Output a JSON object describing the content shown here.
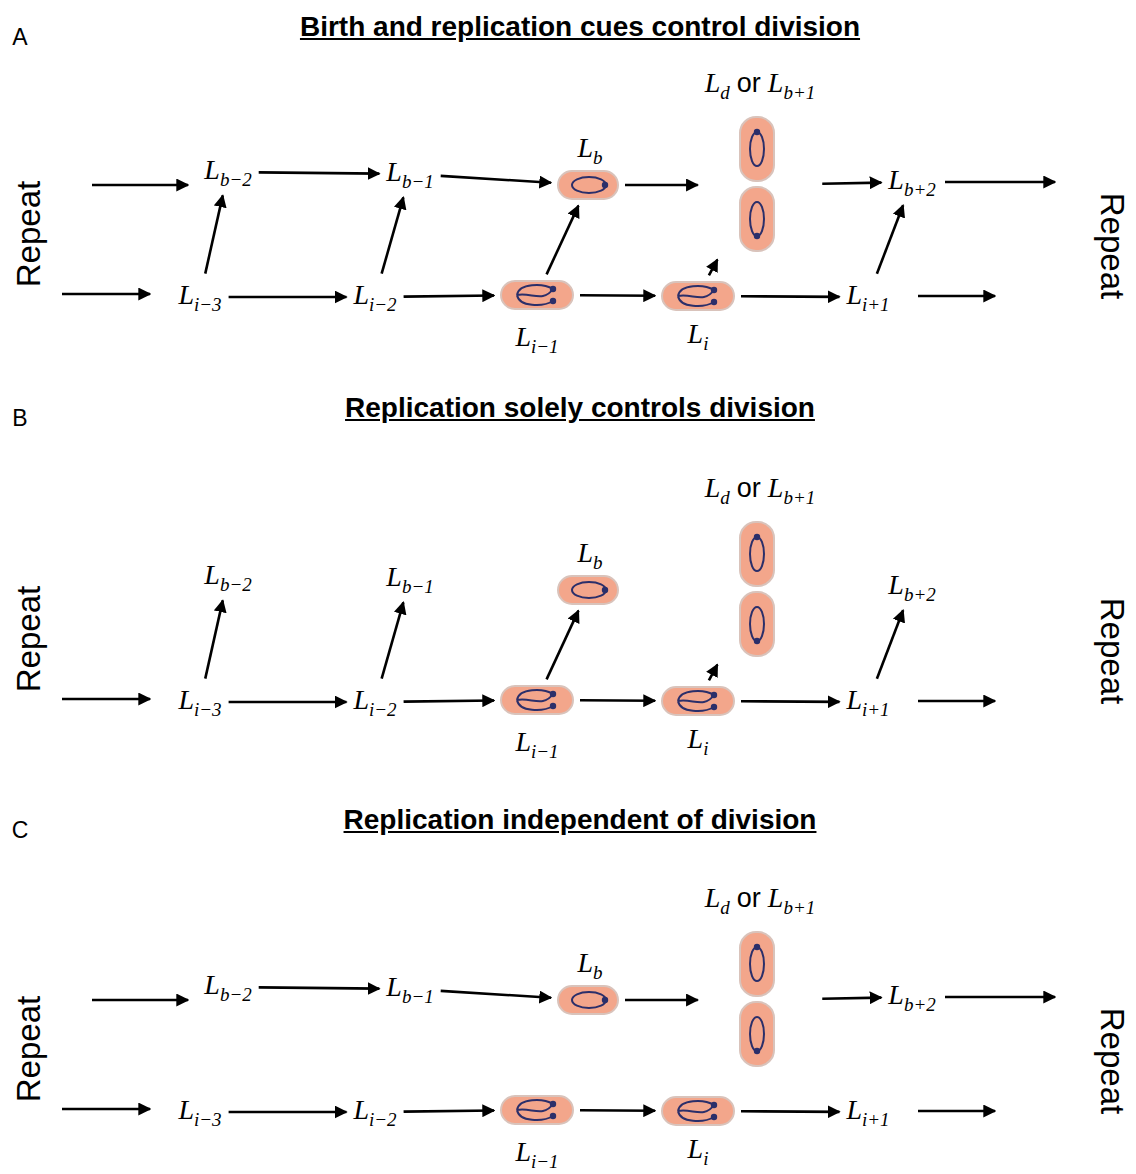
{
  "diagram": {
    "nodes": [
      {
        "text": [
          "Lb−2"
        ]
      },
      {
        "text": [
          "Lb−1"
        ]
      },
      {
        "text": [
          "Lb"
        ]
      },
      {
        "text": [
          "Ld or Lb+1"
        ]
      },
      {
        "text": [
          "Lb+2"
        ]
      },
      {
        "text": [
          "Li−3"
        ]
      },
      {
        "text": [
          "Li−2"
        ]
      },
      {
        "text": [
          "Li−1"
        ]
      },
      {
        "text": [
          "Li"
        ]
      },
      {
        "text": [
          "Li+1"
        ]
      },
      {
        "text": [
          "Lb−2"
        ]
      },
      {
        "text": [
          "Lb−1"
        ]
      },
      {
        "text": [
          "Lb"
        ]
      },
      {
        "text": [
          "Ld or Lb+1"
        ]
      },
      {
        "text": [
          "Lb+2"
        ]
      },
      {
        "text": [
          "Li−3"
        ]
      },
      {
        "text": [
          "Li−2"
        ]
      },
      {
        "text": [
          "Li−1"
        ]
      },
      {
        "text": [
          "Li"
        ]
      },
      {
        "text": [
          "Li+1"
        ]
      },
      {
        "text": [
          "Lb−2"
        ]
      },
      {
        "text": [
          "Lb−1"
        ]
      },
      {
        "text": [
          "Lb"
        ]
      },
      {
        "text": [
          "Ld or Lb+1"
        ]
      },
      {
        "text": [
          "Lb+2"
        ]
      },
      {
        "text": [
          "Li−3"
        ]
      },
      {
        "text": [
          "Li−2"
        ]
      },
      {
        "text": [
          "Li−1"
        ]
      },
      {
        "text": [
          "Li"
        ]
      },
      {
        "text": [
          "Li+1"
        ]
      }
    ],
    "edges": [
      {
        "from": 0,
        "to": 1,
        "arrow": "to"
      },
      {
        "from": 1,
        "to": 2,
        "arrow": "to"
      },
      {
        "from": 2,
        "to": 3,
        "arrow": "to"
      },
      {
        "from": 3,
        "to": 4,
        "arrow": "to"
      },
      {
        "from": 5,
        "to": 6,
        "arrow": "to"
      },
      {
        "from": 6,
        "to": 7,
        "arrow": "to"
      },
      {
        "from": 7,
        "to": 8,
        "arrow": "to"
      },
      {
        "from": 8,
        "to": 9,
        "arrow": "to"
      },
      {
        "from": 5,
        "to": 0,
        "arrow": "to"
      },
      {
        "from": 6,
        "to": 1,
        "arrow": "to"
      },
      {
        "from": 7,
        "to": 2,
        "arrow": "to"
      },
      {
        "from": 8,
        "to": 3,
        "arrow": "to"
      },
      {
        "from": 9,
        "to": 4,
        "arrow": "to"
      },
      {
        "from": 15,
        "to": 16,
        "arrow": "to"
      },
      {
        "from": 16,
        "to": 17,
        "arrow": "to"
      },
      {
        "from": 17,
        "to": 18,
        "arrow": "to"
      },
      {
        "from": 18,
        "to": 19,
        "arrow": "to"
      },
      {
        "from": 15,
        "to": 10,
        "arrow": "to"
      },
      {
        "from": 16,
        "to": 11,
        "arrow": "to"
      },
      {
        "from": 17,
        "to": 12,
        "arrow": "to"
      },
      {
        "from": 18,
        "to": 13,
        "arrow": "to"
      },
      {
        "from": 19,
        "to": 14,
        "arrow": "to"
      },
      {
        "from": 20,
        "to": 21,
        "arrow": "to"
      },
      {
        "from": 21,
        "to": 22,
        "arrow": "to"
      },
      {
        "from": 22,
        "to": 23,
        "arrow": "to"
      },
      {
        "from": 23,
        "to": 24,
        "arrow": "to"
      },
      {
        "from": 25,
        "to": 26,
        "arrow": "to"
      },
      {
        "from": 26,
        "to": 27,
        "arrow": "to"
      },
      {
        "from": 27,
        "to": 28,
        "arrow": "to"
      },
      {
        "from": 28,
        "to": 29,
        "arrow": "to"
      }
    ],
    "labels": [
      "A",
      "Birth and replication cues control division",
      "Repeat",
      "Repeat",
      "B",
      "Replication solely controls division",
      "Repeat",
      "Repeat",
      "C",
      "Replication independent of division",
      "Repeat",
      "Repeat"
    ]
  }
}
